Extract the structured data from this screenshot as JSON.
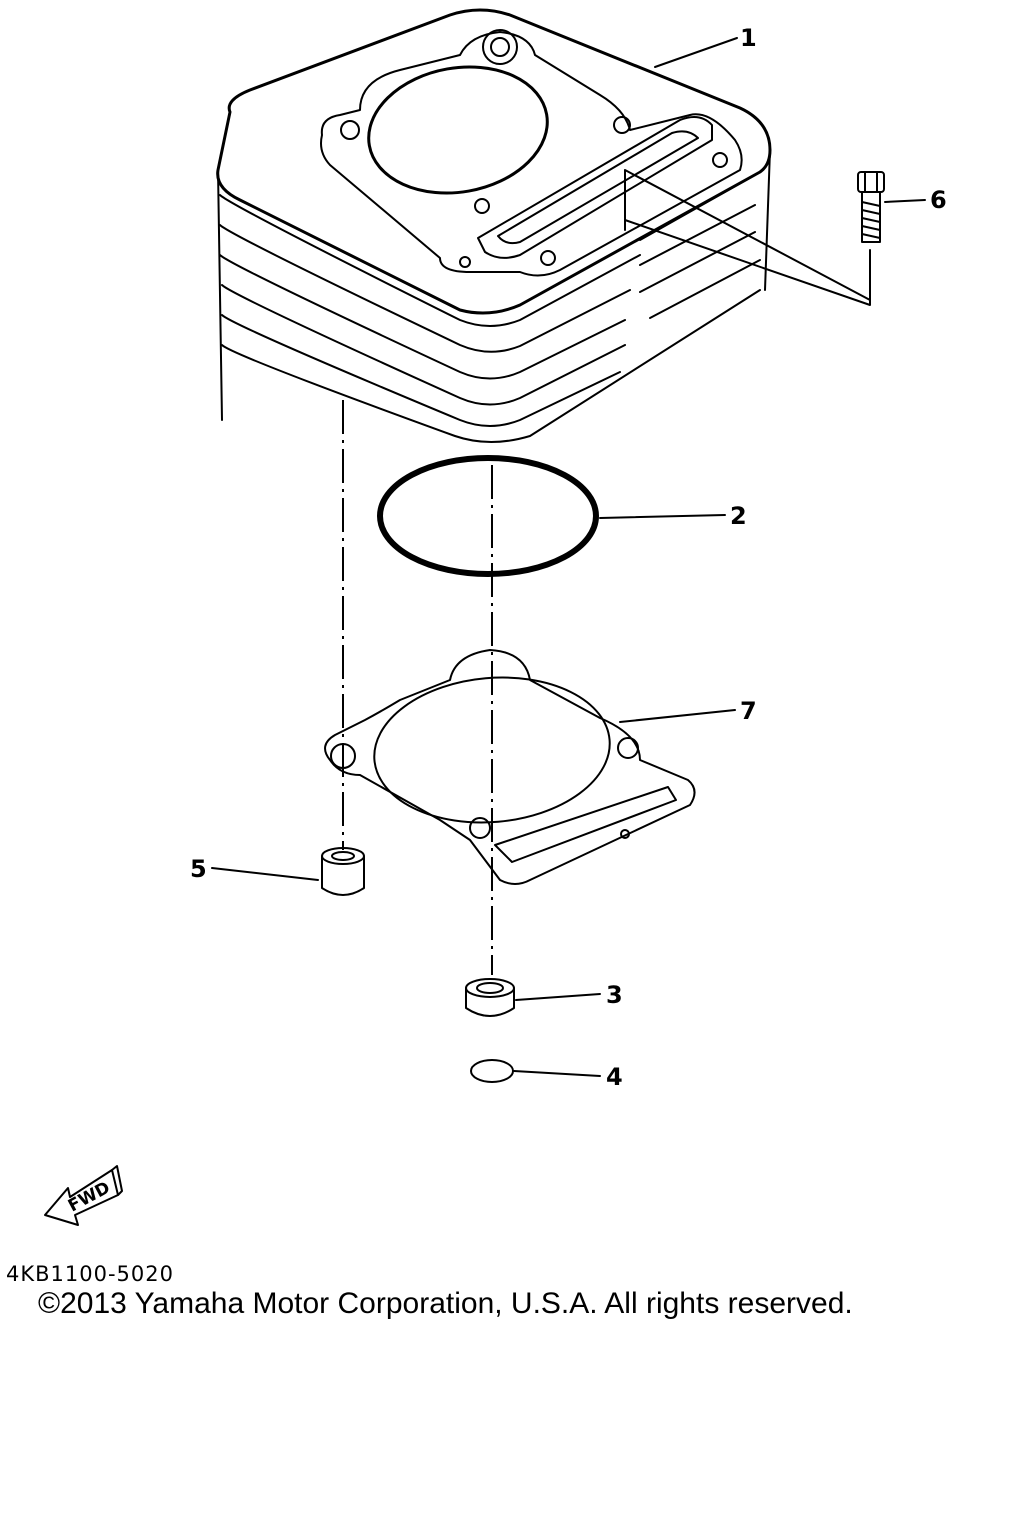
{
  "callouts": {
    "part_1": "1",
    "part_2": "2",
    "part_3": "3",
    "part_4": "4",
    "part_5": "5",
    "part_6": "6",
    "part_7": "7"
  },
  "fwd_arrow_text": "FWD",
  "diagram_code": "4KB1100-5020",
  "copyright": "©2013 Yamaha Motor Corporation, U.S.A. All rights reserved."
}
